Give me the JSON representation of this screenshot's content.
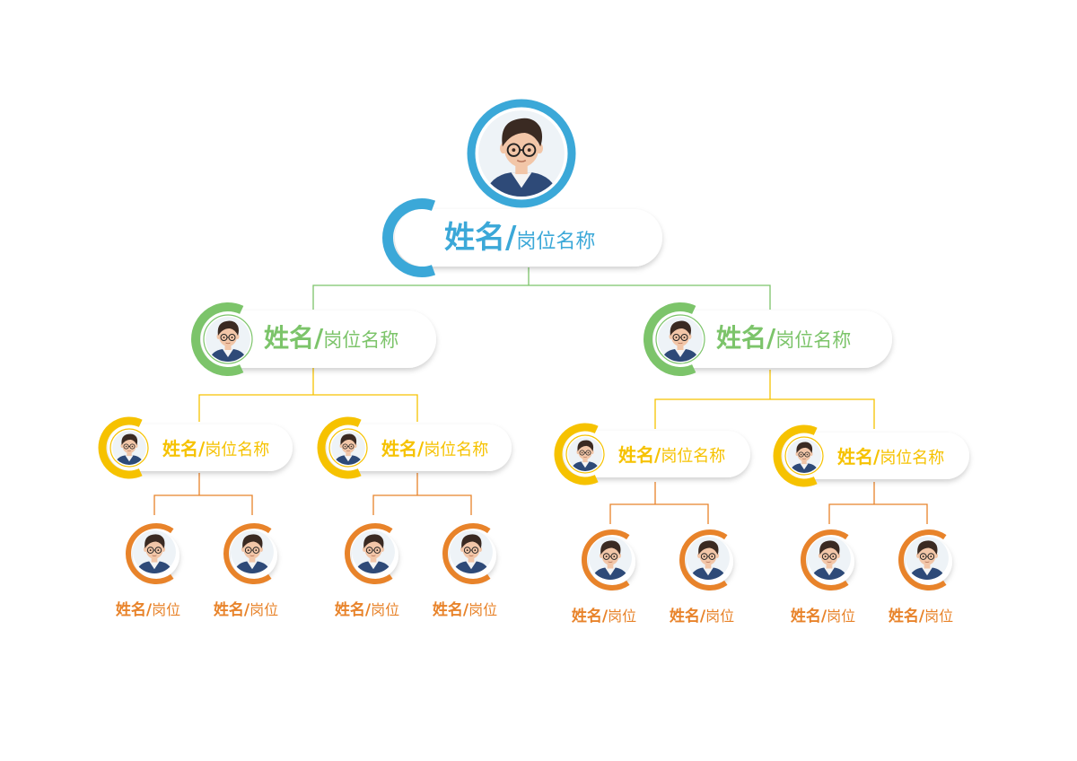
{
  "colors": {
    "level0": "#3BA8D8",
    "level1": "#7CC46A",
    "level2": "#F6C200",
    "level3": "#E8832A",
    "pill_fill": "#ffffff",
    "skin": "#F2C6A8",
    "hair": "#3A2A22",
    "shirt": "#2E4A78",
    "inner_shirt": "#F4F4F4"
  },
  "org": {
    "top": {
      "name": "姓名",
      "sep": "/",
      "role": "岗位名称"
    },
    "managers": [
      {
        "name": "姓名",
        "sep": "/",
        "role": "岗位名称"
      },
      {
        "name": "姓名",
        "sep": "/",
        "role": "岗位名称"
      }
    ],
    "leads": [
      {
        "name": "姓名",
        "sep": "/",
        "role": "岗位名称"
      },
      {
        "name": "姓名",
        "sep": "/",
        "role": "岗位名称"
      },
      {
        "name": "姓名",
        "sep": "/",
        "role": "岗位名称"
      },
      {
        "name": "姓名",
        "sep": "/",
        "role": "岗位名称"
      }
    ],
    "staff": [
      {
        "name": "姓名",
        "sep": "/",
        "role": "岗位"
      },
      {
        "name": "姓名",
        "sep": "/",
        "role": "岗位"
      },
      {
        "name": "姓名",
        "sep": "/",
        "role": "岗位"
      },
      {
        "name": "姓名",
        "sep": "/",
        "role": "岗位"
      },
      {
        "name": "姓名",
        "sep": "/",
        "role": "岗位"
      },
      {
        "name": "姓名",
        "sep": "/",
        "role": "岗位"
      },
      {
        "name": "姓名",
        "sep": "/",
        "role": "岗位"
      },
      {
        "name": "姓名",
        "sep": "/",
        "role": "岗位"
      }
    ]
  }
}
